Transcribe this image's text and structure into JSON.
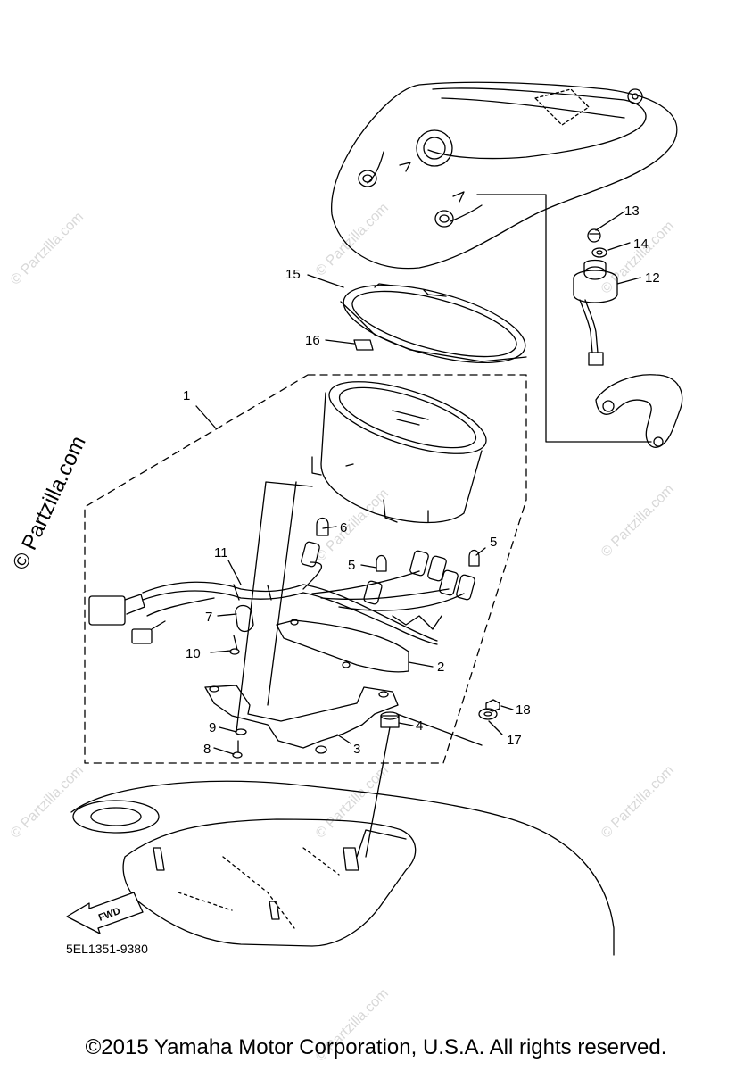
{
  "watermark": {
    "text": "© Partzilla.com",
    "side_text": "© Partzilla.com"
  },
  "callouts": [
    {
      "id": "c1",
      "label": "1"
    },
    {
      "id": "c2",
      "label": "2"
    },
    {
      "id": "c3",
      "label": "3"
    },
    {
      "id": "c4",
      "label": "4"
    },
    {
      "id": "c5a",
      "label": "5"
    },
    {
      "id": "c5b",
      "label": "5"
    },
    {
      "id": "c6",
      "label": "6"
    },
    {
      "id": "c7",
      "label": "7"
    },
    {
      "id": "c8",
      "label": "8"
    },
    {
      "id": "c9",
      "label": "9"
    },
    {
      "id": "c10",
      "label": "10"
    },
    {
      "id": "c11",
      "label": "11"
    },
    {
      "id": "c12",
      "label": "12"
    },
    {
      "id": "c13",
      "label": "13"
    },
    {
      "id": "c14",
      "label": "14"
    },
    {
      "id": "c15",
      "label": "15"
    },
    {
      "id": "c16",
      "label": "16"
    },
    {
      "id": "c17",
      "label": "17"
    },
    {
      "id": "c18",
      "label": "18"
    }
  ],
  "forward_arrow": {
    "label": "FWD"
  },
  "diagram_code": "5EL1351-9380",
  "copyright": "©2015 Yamaha Motor Corporation, U.S.A. All rights reserved.",
  "colors": {
    "line": "#000000",
    "watermark": "#d8d8d8",
    "background": "#ffffff"
  }
}
